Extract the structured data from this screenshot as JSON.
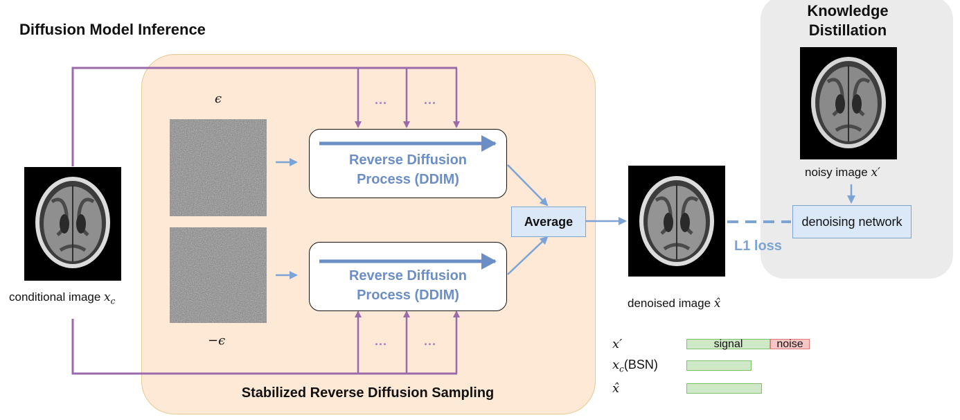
{
  "main_title": "Diffusion Model Inference",
  "knowledge_distillation": {
    "title_line1": "Knowledge",
    "title_line2": "Distillation",
    "noisy_caption_text": "noisy image ",
    "noisy_caption_math": "x′",
    "network_label": "denoising network"
  },
  "conditional_caption_text": "conditional image ",
  "conditional_caption_math": "x",
  "conditional_caption_sub": "c",
  "epsilon_label": "ϵ",
  "neg_epsilon_label": "−ϵ",
  "reverse_top": {
    "line1": "Reverse Diffusion",
    "line2": "Process (DDIM)"
  },
  "reverse_bottom": {
    "line1": "Reverse Diffusion",
    "line2": "Process (DDIM)"
  },
  "ellipsis": "...",
  "average_label": "Average",
  "sampling_label": "Stabilized Reverse Diffusion Sampling",
  "denoised_caption_text": "denoised image ",
  "denoised_caption_math": "x̂",
  "loss_label": "L1 loss",
  "legend": {
    "rows": [
      {
        "label": "x′"
      },
      {
        "label": "x",
        "sub": "c",
        "suffix": "(BSN)"
      },
      {
        "label": "x̂"
      }
    ],
    "signal_text": "signal",
    "noise_text": "noise"
  },
  "colors": {
    "purple": "#9b6aab",
    "blue": "#7ba3d6",
    "panel_orange": "#fde9d6",
    "panel_gray": "#ebebeb",
    "signal_green": "#cfe8c6",
    "noise_red": "#f7c6c6"
  }
}
